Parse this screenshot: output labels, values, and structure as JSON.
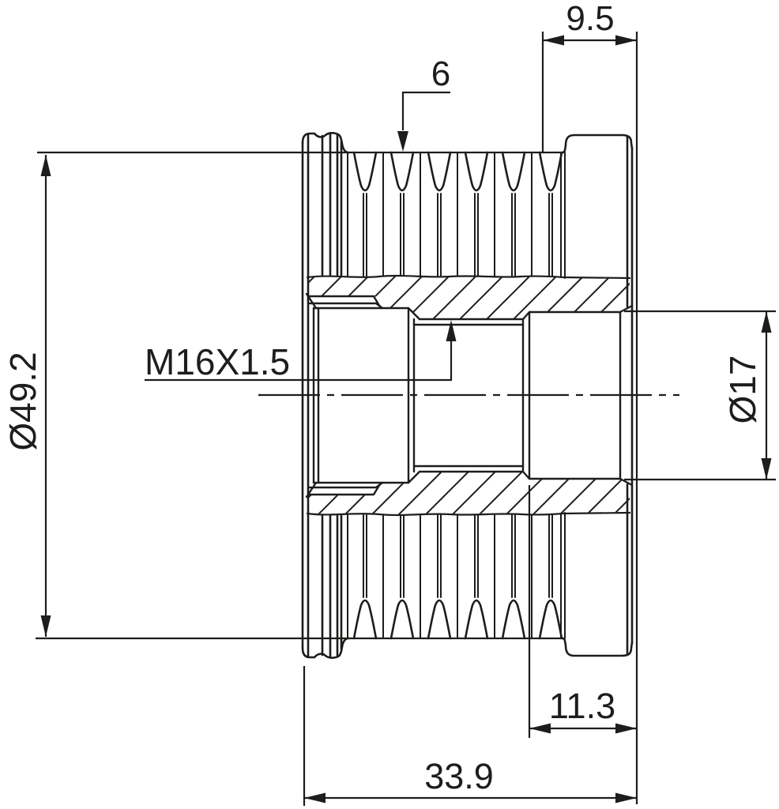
{
  "canvas": {
    "background": "#ffffff",
    "line_color": "#1d1d1b"
  },
  "labels": {
    "flange_width": "9.5",
    "groove_count": "6",
    "outer_diameter": "Ø49.2",
    "thread_spec": "M16X1.5",
    "bore_diameter": "Ø17",
    "bore_depth": "11.3",
    "overall_length": "33.9"
  }
}
